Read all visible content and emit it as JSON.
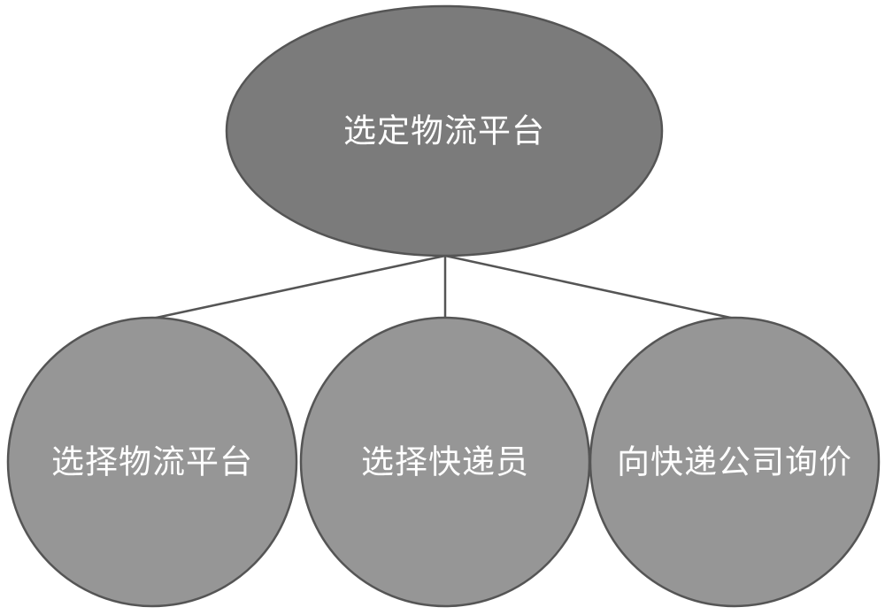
{
  "root": {
    "label": "选定物流平台",
    "fill": "#7b7b7b"
  },
  "children": [
    {
      "label": "选择物流平台"
    },
    {
      "label": "选择快递员"
    },
    {
      "label": "向快递公司询价"
    }
  ],
  "colors": {
    "child_fill": "#969696",
    "stroke": "#555555",
    "text": "#ffffff"
  }
}
